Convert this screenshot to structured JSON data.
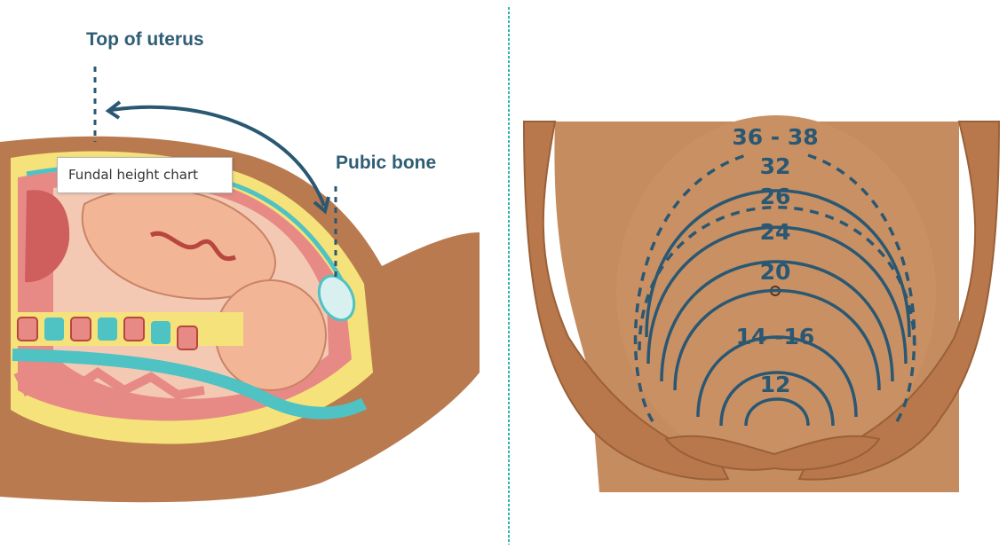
{
  "illustration_left": {
    "labels": {
      "top_of_uterus": "Top of uterus",
      "pubic_bone": "Pubic bone"
    },
    "tooltip": "Fundal height chart"
  },
  "illustration_right": {
    "week_markers": [
      "36 - 38",
      "32",
      "26",
      "24",
      "20",
      "14 -16",
      "12"
    ]
  },
  "colors": {
    "label_text": "#2f5d75",
    "arc_line": "#2a5872",
    "skin": "#c58c60",
    "divider": "#2bb5b0"
  }
}
